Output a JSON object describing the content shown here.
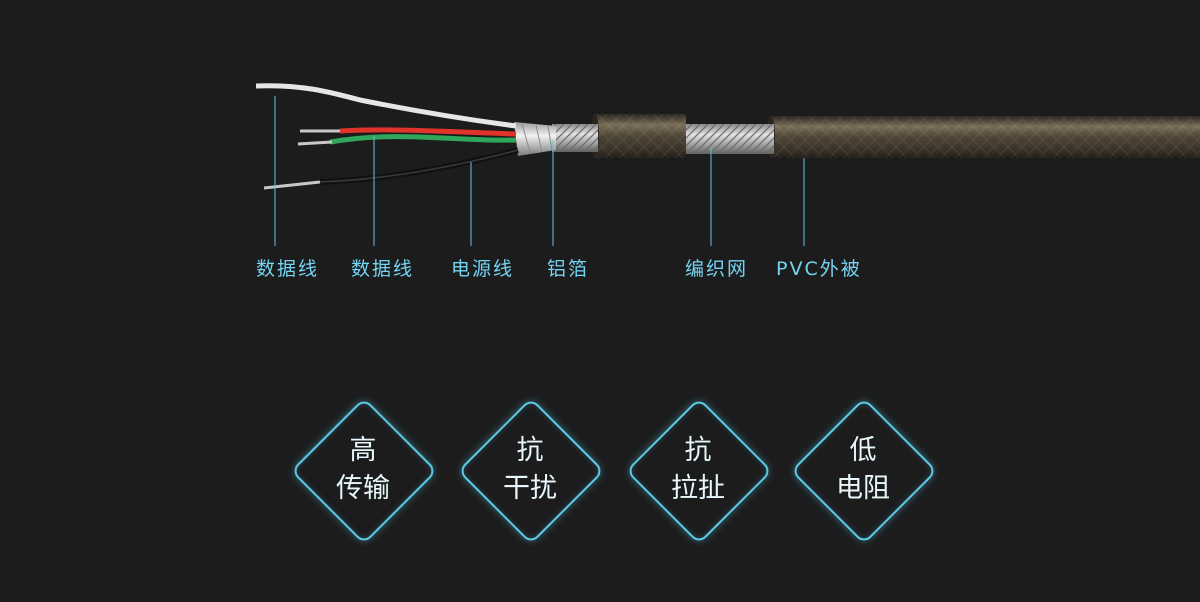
{
  "labels": {
    "data_wire_1": "数据线",
    "data_wire_2": "数据线",
    "power_wire": "电源线",
    "aluminum_foil": "铝箔",
    "braided_mesh": "编织网",
    "pvc_jacket": "PVC外被"
  },
  "features": [
    {
      "line1": "高",
      "line2": "传输"
    },
    {
      "line1": "抗",
      "line2": "干扰"
    },
    {
      "line1": "抗",
      "line2": "拉扯"
    },
    {
      "line1": "低",
      "line2": "电阻"
    }
  ],
  "colors": {
    "background": "#1c1c1d",
    "accent": "#5cc9e6",
    "label_text": "#74d4f2",
    "jacket": "#4a4234",
    "wire_red": "#e0332a",
    "wire_green": "#2fa65a",
    "wire_black": "#111111",
    "wire_white": "#e8e8e8"
  }
}
